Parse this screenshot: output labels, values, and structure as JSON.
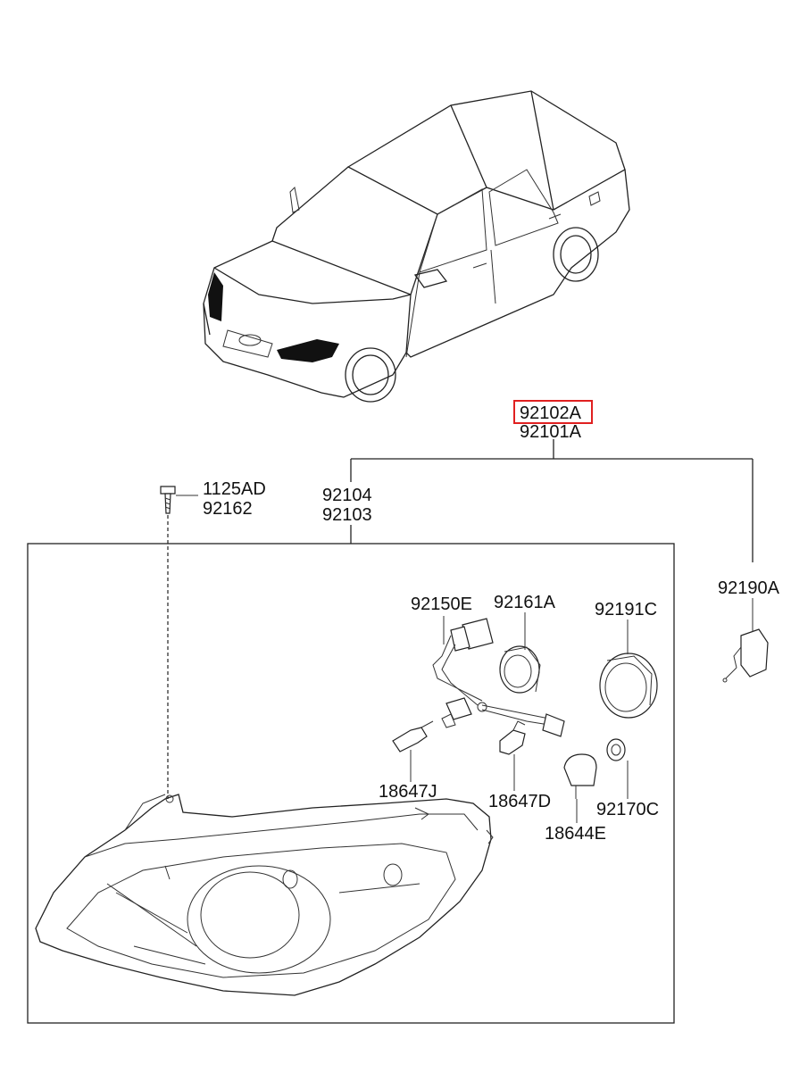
{
  "labels": {
    "main_assy_lh": "92102A",
    "main_assy_rh": "92101A",
    "headlamp_lh": "92104",
    "headlamp_rh": "92103",
    "screw_a": "1125AD",
    "screw_b": "92162",
    "actuator": "92190A",
    "wiring": "92150E",
    "cap_a": "92161A",
    "cap_b": "92191C",
    "bulb_j": "18647J",
    "bulb_d": "18647D",
    "bulb_e": "18644E",
    "socket_c": "92170C"
  },
  "colors": {
    "highlight": "#e02020",
    "line": "#222222"
  }
}
